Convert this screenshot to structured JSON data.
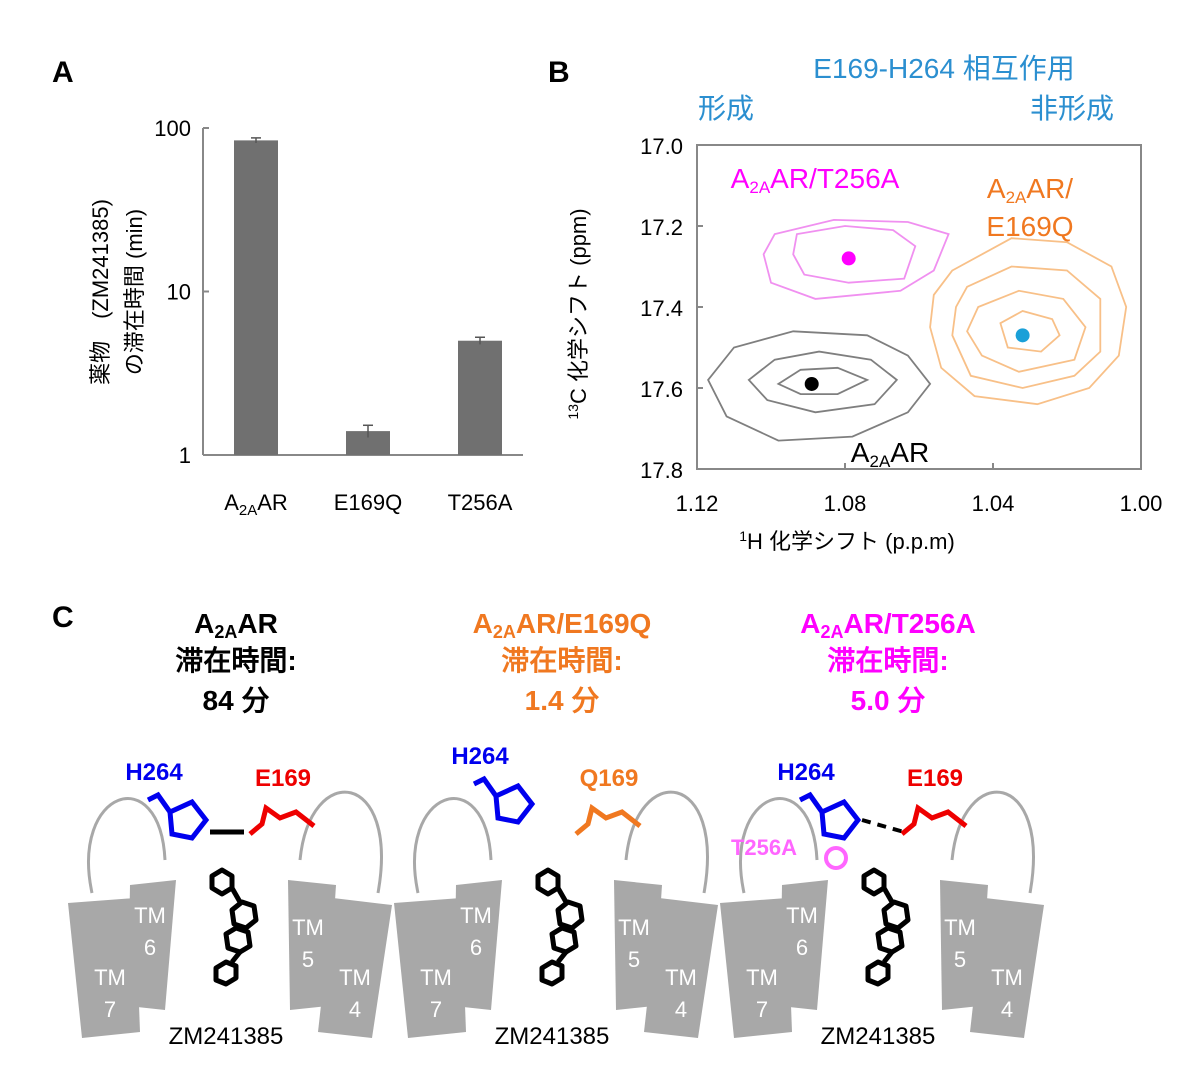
{
  "colors": {
    "black": "#000000",
    "bar": "#707070",
    "grey_structure": "#a8a8a8",
    "blue_label": "#2b8fd0",
    "magenta": "#ff00ff",
    "orange": "#f07820",
    "dot_cyan": "#1aa0d8",
    "contour_grey": "#7f7f7f",
    "contour_magenta": "#f090f0",
    "contour_orange": "#f8c088",
    "his_blue": "#0000ee",
    "glu_red": "#ee0000",
    "t256_pink": "#ff66ff"
  },
  "panels": {
    "A": {
      "letter": "A"
    },
    "B": {
      "letter": "B",
      "header": "E169-H264 相互作用",
      "left_label": "形成",
      "right_label": "非形成"
    },
    "C": {
      "letter": "C"
    }
  },
  "chart_data": [
    {
      "panel": "A",
      "type": "bar",
      "categories": [
        "A2AAR",
        "E169Q",
        "T256A"
      ],
      "category_labels": [
        {
          "main": "A",
          "sub": "2A",
          "rest": "AR"
        },
        {
          "main": "E169Q",
          "sub": "",
          "rest": ""
        },
        {
          "main": "T256A",
          "sub": "",
          "rest": ""
        }
      ],
      "values": [
        84,
        1.4,
        5.0
      ],
      "errors": [
        3,
        0.12,
        0.25
      ],
      "yscale": "log",
      "ylim": [
        1,
        100
      ],
      "yticks": [
        {
          "v": 1,
          "label": "1"
        },
        {
          "v": 10,
          "label": "10"
        },
        {
          "v": 100,
          "label": "100"
        }
      ],
      "ylabel_line1": "薬物　(ZM241385)",
      "ylabel_line2": "の滞在時間 (min)"
    },
    {
      "panel": "B",
      "type": "scatter",
      "xlim": [
        1.12,
        1.0
      ],
      "ylim": [
        17.0,
        17.8
      ],
      "xticks": [
        {
          "v": 1.12,
          "label": "1.12"
        },
        {
          "v": 1.08,
          "label": "1.08"
        },
        {
          "v": 1.04,
          "label": "1.04"
        },
        {
          "v": 1.0,
          "label": "1.00"
        }
      ],
      "yticks": [
        {
          "v": 17.0,
          "label": "17.0"
        },
        {
          "v": 17.2,
          "label": "17.2"
        },
        {
          "v": 17.4,
          "label": "17.4"
        },
        {
          "v": 17.6,
          "label": "17.6"
        },
        {
          "v": 17.8,
          "label": "17.8"
        }
      ],
      "xlabel": {
        "sup": "1",
        "text": "H 化学シフト (p.p.m)"
      },
      "ylabel": {
        "sup": "13",
        "text": "C 化学シフト (ppm)"
      },
      "series": [
        {
          "id": "wt",
          "label_main": "A",
          "label_sub": "2A",
          "label_rest": "AR",
          "color": "#000000",
          "contour_color": "#7f7f7f",
          "point": {
            "x": 1.089,
            "y": 17.59
          },
          "contours": [
            [
              [
                1.117,
                17.58
              ],
              [
                1.11,
                17.5
              ],
              [
                1.094,
                17.46
              ],
              [
                1.074,
                17.47
              ],
              [
                1.063,
                17.52
              ],
              [
                1.057,
                17.59
              ],
              [
                1.063,
                17.66
              ],
              [
                1.078,
                17.72
              ],
              [
                1.098,
                17.73
              ],
              [
                1.112,
                17.67
              ]
            ],
            [
              [
                1.106,
                17.58
              ],
              [
                1.099,
                17.53
              ],
              [
                1.087,
                17.51
              ],
              [
                1.073,
                17.53
              ],
              [
                1.066,
                17.58
              ],
              [
                1.072,
                17.64
              ],
              [
                1.088,
                17.66
              ],
              [
                1.101,
                17.63
              ]
            ],
            [
              [
                1.098,
                17.59
              ],
              [
                1.092,
                17.555
              ],
              [
                1.082,
                17.55
              ],
              [
                1.074,
                17.58
              ],
              [
                1.082,
                17.615
              ],
              [
                1.092,
                17.615
              ]
            ]
          ]
        },
        {
          "id": "t256a",
          "label_main": "A",
          "label_sub": "2A",
          "label_rest": "AR/T256A",
          "color": "#ff00ff",
          "contour_color": "#f090f0",
          "point": {
            "x": 1.079,
            "y": 17.28
          },
          "contours": [
            [
              [
                1.099,
                17.22
              ],
              [
                1.083,
                17.185
              ],
              [
                1.063,
                17.19
              ],
              [
                1.052,
                17.22
              ],
              [
                1.056,
                17.31
              ],
              [
                1.065,
                17.36
              ],
              [
                1.088,
                17.38
              ],
              [
                1.1,
                17.34
              ],
              [
                1.102,
                17.27
              ]
            ],
            [
              [
                1.093,
                17.22
              ],
              [
                1.08,
                17.2
              ],
              [
                1.067,
                17.21
              ],
              [
                1.061,
                17.25
              ],
              [
                1.064,
                17.33
              ],
              [
                1.079,
                17.34
              ],
              [
                1.091,
                17.32
              ],
              [
                1.094,
                17.27
              ]
            ]
          ]
        },
        {
          "id": "e169q",
          "label_main": "A",
          "label_sub": "2A",
          "label_rest": "AR/",
          "label_line2": "E169Q",
          "color": "#1aa0d8",
          "label_color": "#f07820",
          "contour_color": "#f8c088",
          "point": {
            "x": 1.032,
            "y": 17.47
          },
          "contours": [
            [
              [
                1.051,
                17.31
              ],
              [
                1.035,
                17.23
              ],
              [
                1.02,
                17.24
              ],
              [
                1.008,
                17.3
              ],
              [
                1.004,
                17.4
              ],
              [
                1.006,
                17.52
              ],
              [
                1.014,
                17.6
              ],
              [
                1.028,
                17.64
              ],
              [
                1.045,
                17.62
              ],
              [
                1.054,
                17.55
              ],
              [
                1.057,
                17.45
              ],
              [
                1.056,
                17.37
              ]
            ],
            [
              [
                1.047,
                17.35
              ],
              [
                1.035,
                17.3
              ],
              [
                1.02,
                17.31
              ],
              [
                1.011,
                17.38
              ],
              [
                1.011,
                17.51
              ],
              [
                1.018,
                17.57
              ],
              [
                1.032,
                17.6
              ],
              [
                1.046,
                17.57
              ],
              [
                1.051,
                17.47
              ],
              [
                1.05,
                17.4
              ]
            ],
            [
              [
                1.044,
                17.4
              ],
              [
                1.033,
                17.36
              ],
              [
                1.021,
                17.38
              ],
              [
                1.015,
                17.45
              ],
              [
                1.018,
                17.53
              ],
              [
                1.033,
                17.56
              ],
              [
                1.043,
                17.52
              ],
              [
                1.047,
                17.46
              ]
            ],
            [
              [
                1.038,
                17.44
              ],
              [
                1.032,
                17.41
              ],
              [
                1.024,
                17.43
              ],
              [
                1.022,
                17.47
              ],
              [
                1.027,
                17.51
              ],
              [
                1.036,
                17.5
              ]
            ]
          ]
        }
      ]
    }
  ],
  "structures": [
    {
      "title_main": "A",
      "title_sub": "2A",
      "title_rest": "AR",
      "title_color": "#000000",
      "line2": "滞在時間:",
      "line3": "84 分",
      "his_label": "H264",
      "his_color": "#0000ee",
      "partner_label": "E169",
      "partner_color": "#ee0000",
      "interaction": "solid",
      "extra_label": "",
      "ligand": "ZM241385",
      "tm_left_labels": [
        "TM",
        "7",
        "TM",
        "6"
      ],
      "tm_right_labels": [
        "TM",
        "5",
        "TM",
        "4"
      ]
    },
    {
      "title_main": "A",
      "title_sub": "2A",
      "title_rest": "AR/E169Q",
      "title_color": "#f07820",
      "line2": "滞在時間:",
      "line3": "1.4 分",
      "his_label": "H264",
      "his_color": "#0000ee",
      "partner_label": "Q169",
      "partner_color": "#f07820",
      "interaction": "none",
      "extra_label": "",
      "ligand": "ZM241385",
      "tm_left_labels": [
        "TM",
        "7",
        "TM",
        "6"
      ],
      "tm_right_labels": [
        "TM",
        "5",
        "TM",
        "4"
      ]
    },
    {
      "title_main": "A",
      "title_sub": "2A",
      "title_rest": "AR/T256A",
      "title_color": "#ff00ff",
      "line2": "滞在時間:",
      "line3": "5.0 分",
      "his_label": "H264",
      "his_color": "#0000ee",
      "partner_label": "E169",
      "partner_color": "#ee0000",
      "interaction": "dashed",
      "extra_label": "T256A",
      "extra_color": "#ff66ff",
      "ligand": "ZM241385",
      "tm_left_labels": [
        "TM",
        "7",
        "TM",
        "6"
      ],
      "tm_right_labels": [
        "TM",
        "5",
        "TM",
        "4"
      ]
    }
  ]
}
